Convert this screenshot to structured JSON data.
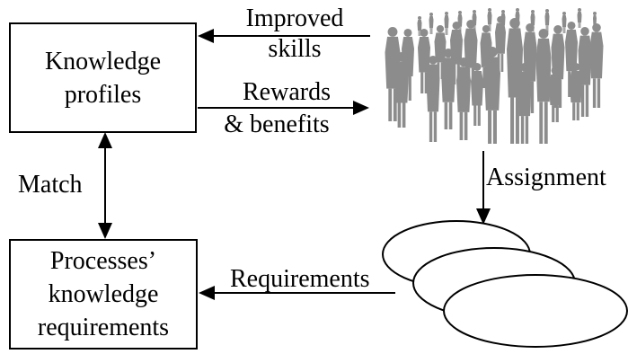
{
  "boxes": {
    "knowledge_profiles": [
      "Knowledge",
      "profiles"
    ],
    "process_requirements": [
      "Processes’",
      "knowledge",
      "requirements"
    ]
  },
  "labels": {
    "improved_skills": [
      "Improved",
      "skills"
    ],
    "rewards_benefits": [
      "Rewards",
      "& benefits"
    ],
    "match": "Match",
    "assignment": "Assignment",
    "requirements": "Requirements"
  },
  "icons": {
    "people": "crowd-of-people-icon",
    "processes": "stacked-process-ellipses-icon"
  },
  "colors": {
    "people": "#8c8c8c",
    "line": "#000000"
  }
}
